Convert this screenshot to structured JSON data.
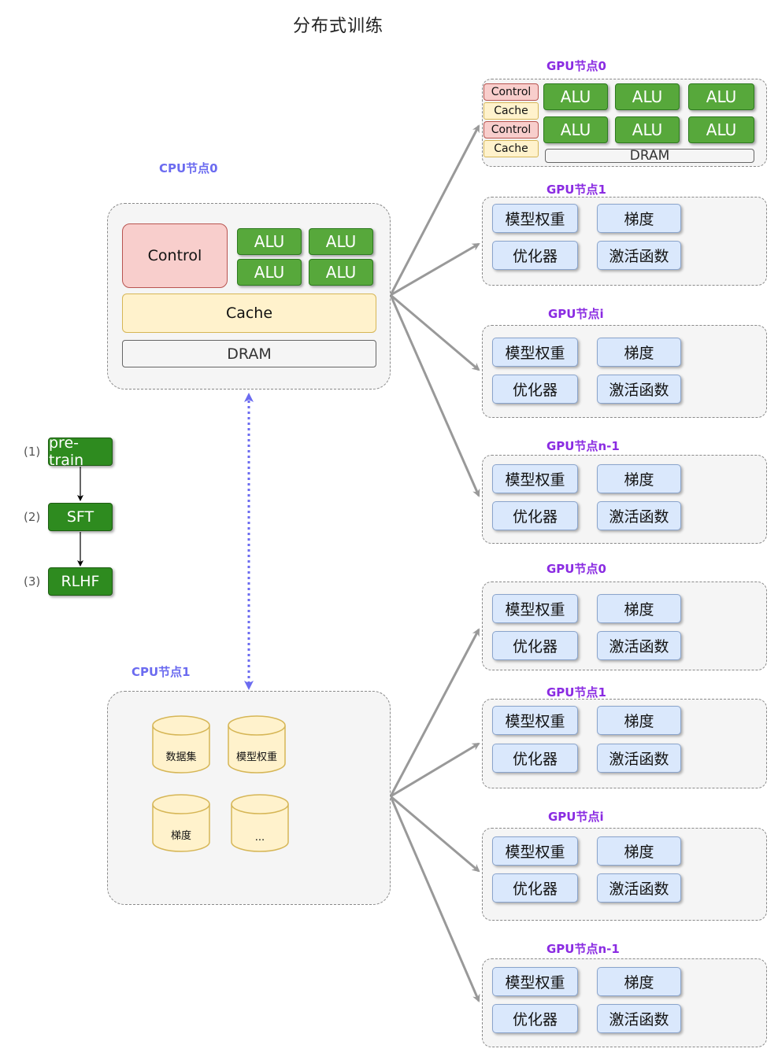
{
  "title": "分布式训练",
  "cpu0": {
    "label": "CPU节点0",
    "control": "Control",
    "alus": [
      "ALU",
      "ALU",
      "ALU",
      "ALU"
    ],
    "cache": "Cache",
    "dram": "DRAM"
  },
  "cpu1": {
    "label": "CPU节点1",
    "stores": [
      "数据集",
      "模型权重",
      "梯度",
      "..."
    ]
  },
  "steps": [
    {
      "num": "(1)",
      "label": "pre-train"
    },
    {
      "num": "(2)",
      "label": "SFT"
    },
    {
      "num": "(3)",
      "label": "RLHF"
    }
  ],
  "gpu_detail": {
    "label": "GPU节点0",
    "control1": "Control",
    "cache1": "Cache",
    "control2": "Control",
    "cache2": "Cache",
    "alus": [
      "ALU",
      "ALU",
      "ALU",
      "ALU",
      "ALU",
      "ALU"
    ],
    "dram": "DRAM"
  },
  "gpu_nodes": [
    {
      "label": "GPU节点1",
      "items": [
        "模型权重",
        "梯度",
        "优化器",
        "激活函数"
      ]
    },
    {
      "label": "GPU节点i",
      "items": [
        "模型权重",
        "梯度",
        "优化器",
        "激活函数"
      ]
    },
    {
      "label": "GPU节点n-1",
      "items": [
        "模型权重",
        "梯度",
        "优化器",
        "激活函数"
      ]
    },
    {
      "label": "GPU节点0",
      "items": [
        "模型权重",
        "梯度",
        "优化器",
        "激活函数"
      ]
    },
    {
      "label": "GPU节点1",
      "items": [
        "模型权重",
        "梯度",
        "优化器",
        "激活函数"
      ]
    },
    {
      "label": "GPU节点i",
      "items": [
        "模型权重",
        "梯度",
        "优化器",
        "激活函数"
      ]
    },
    {
      "label": "GPU节点n-1",
      "items": [
        "模型权重",
        "梯度",
        "优化器",
        "激活函数"
      ]
    }
  ],
  "colors": {
    "cpu_label": "#6b6bf0",
    "gpu_label": "#8a2be2",
    "alu_green": "#57a83b",
    "control_red": "#f8cecc",
    "cache_yellow": "#fff2cc",
    "param_blue": "#dae8fc",
    "link_arrow": "#999999",
    "sync_arrow": "#6b6bf0"
  }
}
